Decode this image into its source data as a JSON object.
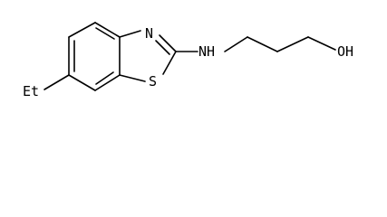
{
  "molecule": {
    "atoms": {
      "n_ring": "N",
      "nh": "NH",
      "oh": "OH",
      "s": "S",
      "et": "Et"
    }
  }
}
